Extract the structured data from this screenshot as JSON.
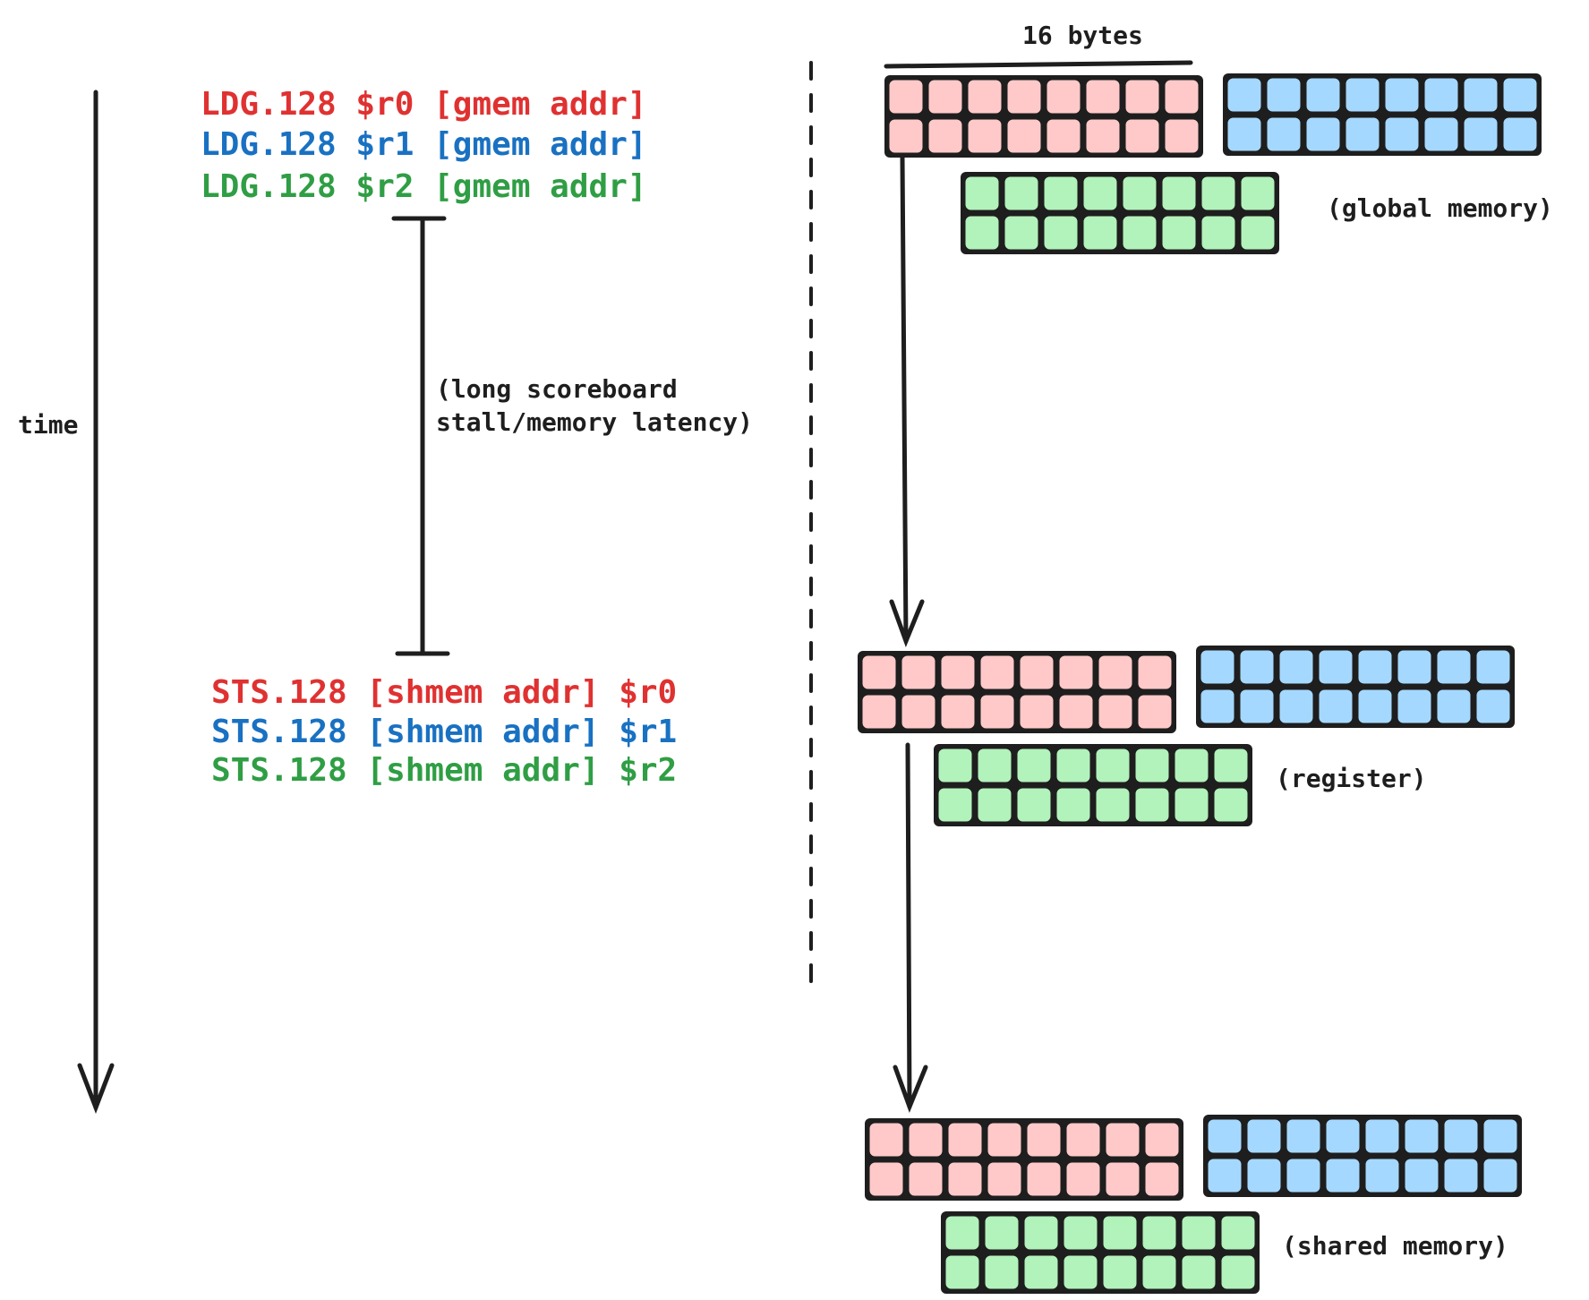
{
  "colors": {
    "red": "#e03131",
    "blue": "#1971c2",
    "green": "#2f9e44",
    "ink": "#1e1e1e",
    "red_fill": "#ffc9c9",
    "blue_fill": "#a5d8ff",
    "green_fill": "#b2f2bb"
  },
  "time_label": "time",
  "load_instructions": [
    {
      "op": "LDG.128",
      "reg": "$r0",
      "addr": "[gmem addr]",
      "color": "red"
    },
    {
      "op": "LDG.128",
      "reg": "$r1",
      "addr": "[gmem addr]",
      "color": "blue"
    },
    {
      "op": "LDG.128",
      "reg": "$r2",
      "addr": "[gmem addr]",
      "color": "green"
    }
  ],
  "store_instructions": [
    {
      "op": "STS.128",
      "addr": "[shmem addr]",
      "reg": "$r0",
      "color": "red"
    },
    {
      "op": "STS.128",
      "addr": "[shmem addr]",
      "reg": "$r1",
      "color": "blue"
    },
    {
      "op": "STS.128",
      "addr": "[shmem addr]",
      "reg": "$r2",
      "color": "green"
    }
  ],
  "stall_label_lines": [
    "(long scoreboard",
    "stall/memory latency)"
  ],
  "bytes_label": "16 bytes",
  "memory_levels": [
    {
      "label": "(global memory)"
    },
    {
      "label": "(register)"
    },
    {
      "label": "(shared memory)"
    }
  ],
  "block_grid": {
    "cols": 8,
    "rows": 2
  }
}
